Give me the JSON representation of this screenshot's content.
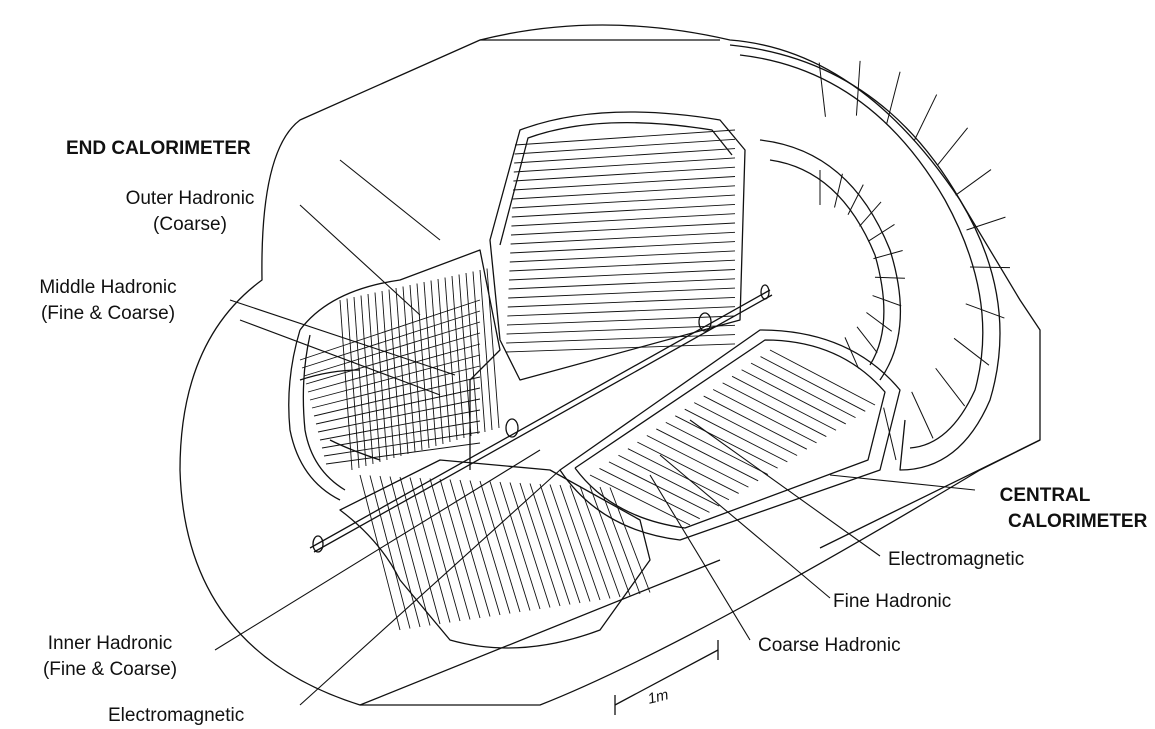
{
  "labels": {
    "end_calorimeter": "END CALORIMETER",
    "outer_hadronic": "Outer Hadronic",
    "outer_hadronic_sub": "(Coarse)",
    "middle_hadronic": "Middle Hadronic",
    "middle_hadronic_sub": "(Fine & Coarse)",
    "inner_hadronic": "Inner Hadronic",
    "inner_hadronic_sub": "(Fine & Coarse)",
    "electromagnetic_end": "Electromagnetic",
    "central": "CENTRAL",
    "calorimeter": "CALORIMETER",
    "electromagnetic_central": "Electromagnetic",
    "fine_hadronic": "Fine Hadronic",
    "coarse_hadronic": "Coarse Hadronic"
  },
  "scale_bar": {
    "label": "1m"
  },
  "colors": {
    "line": "#111111",
    "background": "#ffffff"
  }
}
